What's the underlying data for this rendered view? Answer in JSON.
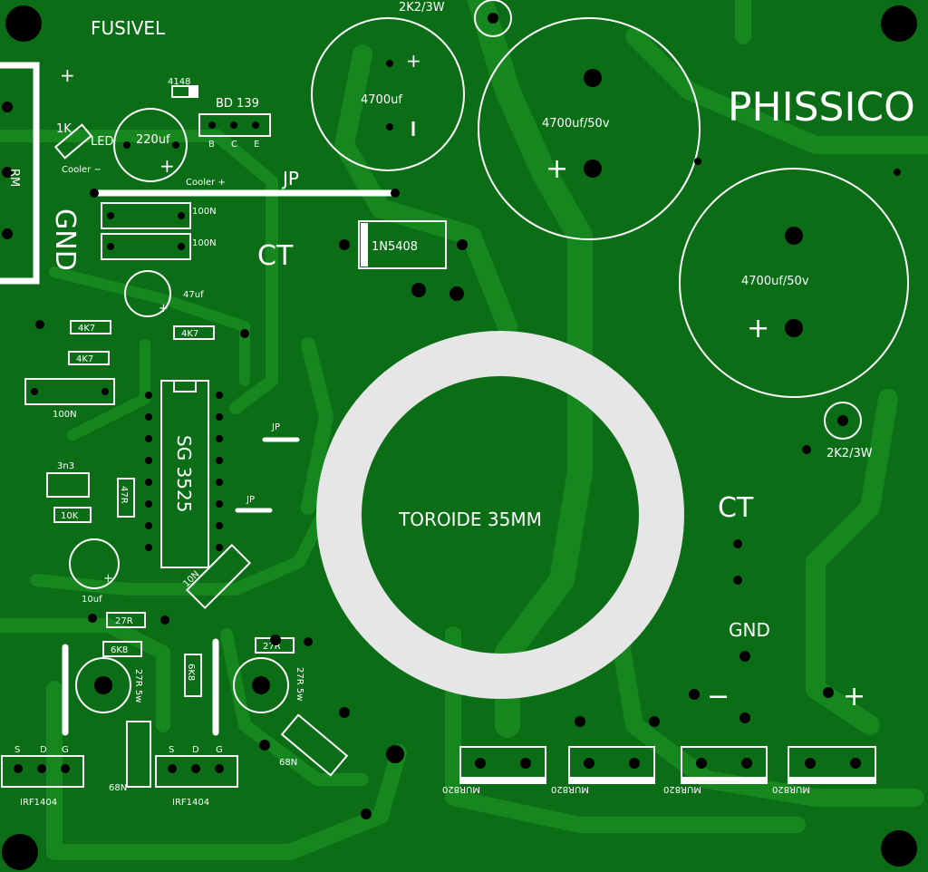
{
  "brand": "PHISSICO",
  "toroid": "TOROIDE 35MM",
  "labels": {
    "fusivel": "FUSIVEL",
    "rm": "RM",
    "gnd_left": "GND",
    "gnd_right": "GND",
    "ct_left": "CT",
    "ct_right": "CT",
    "jp_top": "JP",
    "jp_a": "JP",
    "jp_b": "JP",
    "plus_top": "+",
    "plus_220": "+",
    "plus_47": "+",
    "plus_10": "+",
    "plus_out": "+",
    "minus_out": "−",
    "cooler_minus": "Cooler −",
    "cooler_plus": "Cooler +",
    "led": "LED",
    "r1k": "1K"
  },
  "components": {
    "cap_4700_top": "4700uf",
    "cap_4700_50_a": "4700uf/50v",
    "cap_4700_50_b": "4700uf/50v",
    "cap_220": "220uf",
    "cap_47": "47uf",
    "cap_10": "10uf",
    "cap_100n_a": "100N",
    "cap_100n_b": "100N",
    "cap_100n_c": "100N",
    "cap_3n3": "3n3",
    "cap_10n": "10N",
    "cap_68n_a": "68N",
    "cap_68n_b": "68N",
    "r_2k2_top": "2K2/3W",
    "r_2k2_right": "2K2/3W",
    "r_4k7_a": "4K7",
    "r_4k7_b": "4K7",
    "r_4k7_c": "4K7",
    "r_47r": "47R",
    "r_10k": "10K",
    "r_27r_a": "27R",
    "r_27r_b": "27R",
    "r_6k8_a": "6K8",
    "r_6k8_b": "6K8",
    "r_27r5w_a": "27R 5w",
    "r_27r5w_b": "27R 5w",
    "diode_4148": "4148",
    "diode_1n5408": "1N5408",
    "transistor_bd139": "BD 139",
    "bd139_b": "B",
    "bd139_c": "C",
    "bd139_e": "E",
    "ic": "SG 3525",
    "mosfet_a": "IRF1404",
    "mosfet_b": "IRF1404",
    "mos_s": "S",
    "mos_d": "D",
    "mos_g": "G",
    "mur_1": "MUR820",
    "mur_2": "MUR820",
    "mur_3": "MUR820",
    "mur_4": "MUR820"
  },
  "colors": {
    "board": "#0b6e16",
    "trace": "#16861f",
    "silk": "#ffffff",
    "pad": "#000000",
    "toroid": "#e6e6e6"
  }
}
